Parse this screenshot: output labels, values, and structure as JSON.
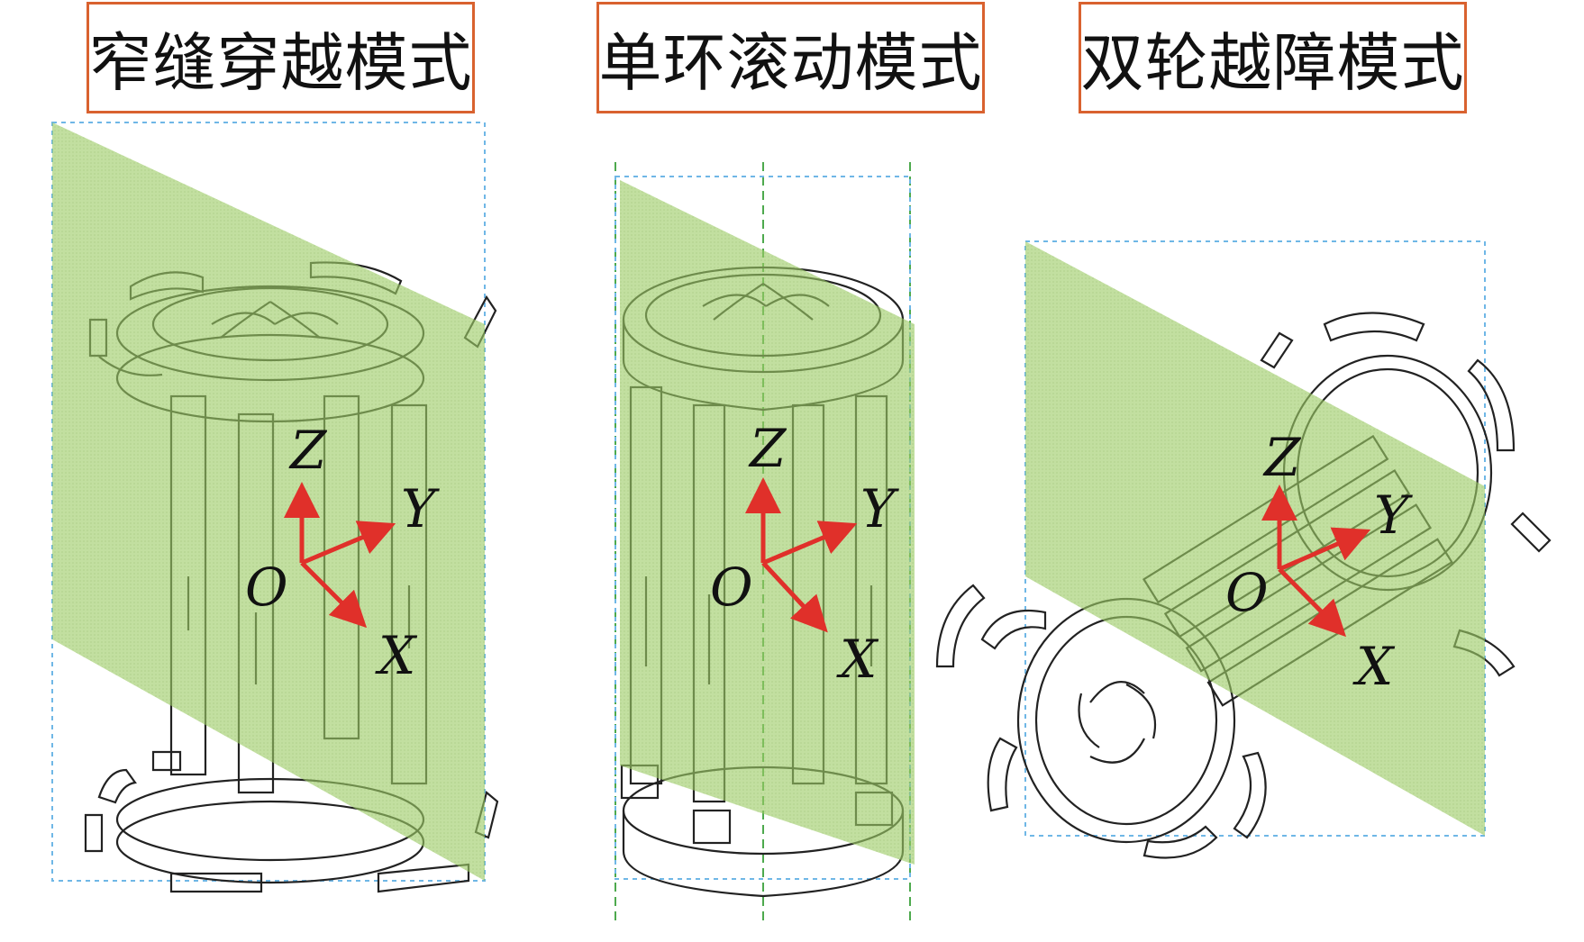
{
  "labels": [
    "窄缝穿越模式",
    "单环滚动模式",
    "双轮越障模式"
  ],
  "axes": {
    "origin": "O",
    "x": "X",
    "y": "Y",
    "z": "Z"
  },
  "colors": {
    "border": "#d9622f",
    "plane": "#9ccc65",
    "arrow": "#e0302a",
    "dashed_box": "#6fb7e6"
  }
}
